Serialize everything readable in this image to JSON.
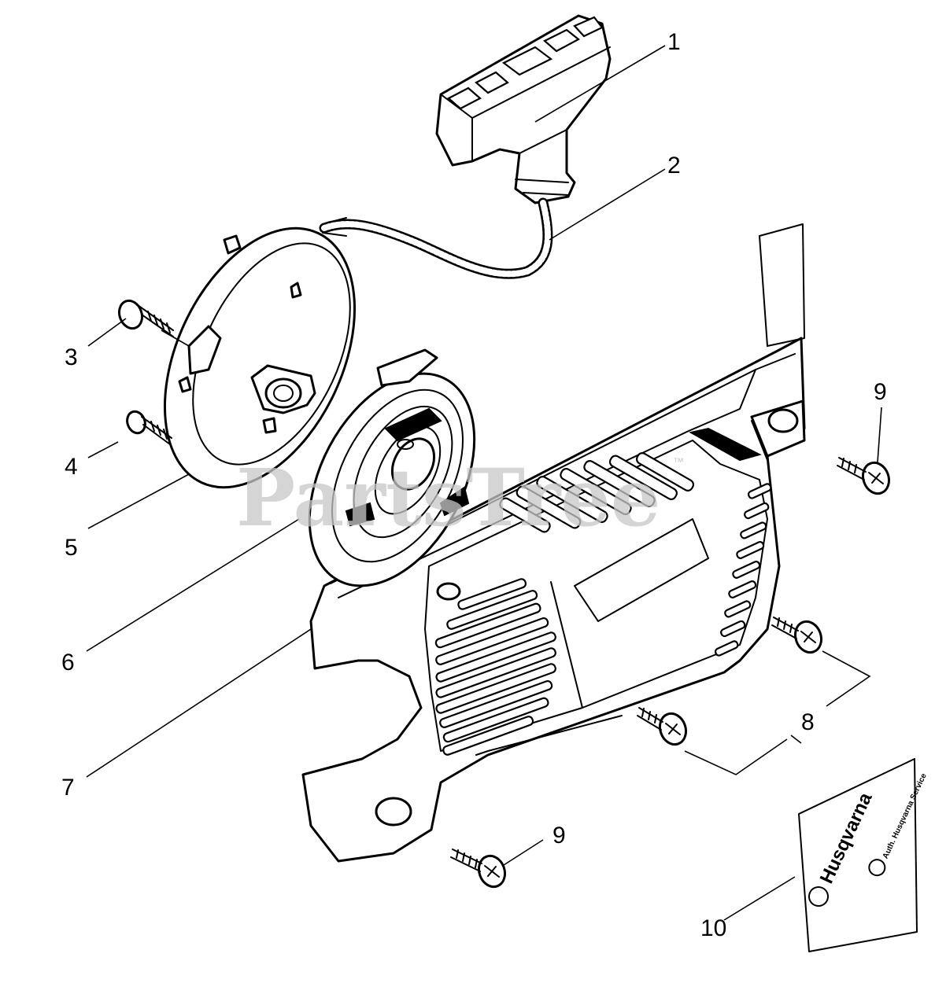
{
  "watermark": {
    "text": "PartsTree",
    "trademark": "™"
  },
  "callouts": [
    {
      "id": "1",
      "label": "1"
    },
    {
      "id": "2",
      "label": "2"
    },
    {
      "id": "3",
      "label": "3"
    },
    {
      "id": "4",
      "label": "4"
    },
    {
      "id": "5",
      "label": "5"
    },
    {
      "id": "6",
      "label": "6"
    },
    {
      "id": "7",
      "label": "7"
    },
    {
      "id": "8",
      "label": "8"
    },
    {
      "id": "9a",
      "label": "9"
    },
    {
      "id": "9b",
      "label": "9"
    },
    {
      "id": "10",
      "label": "10"
    }
  ],
  "decal": {
    "brand": "Husqvarna",
    "small_text": "Auth. Husqvarna Service"
  },
  "colors": {
    "line": "#000000",
    "background": "#ffffff",
    "watermark": "#c8c8c8"
  }
}
